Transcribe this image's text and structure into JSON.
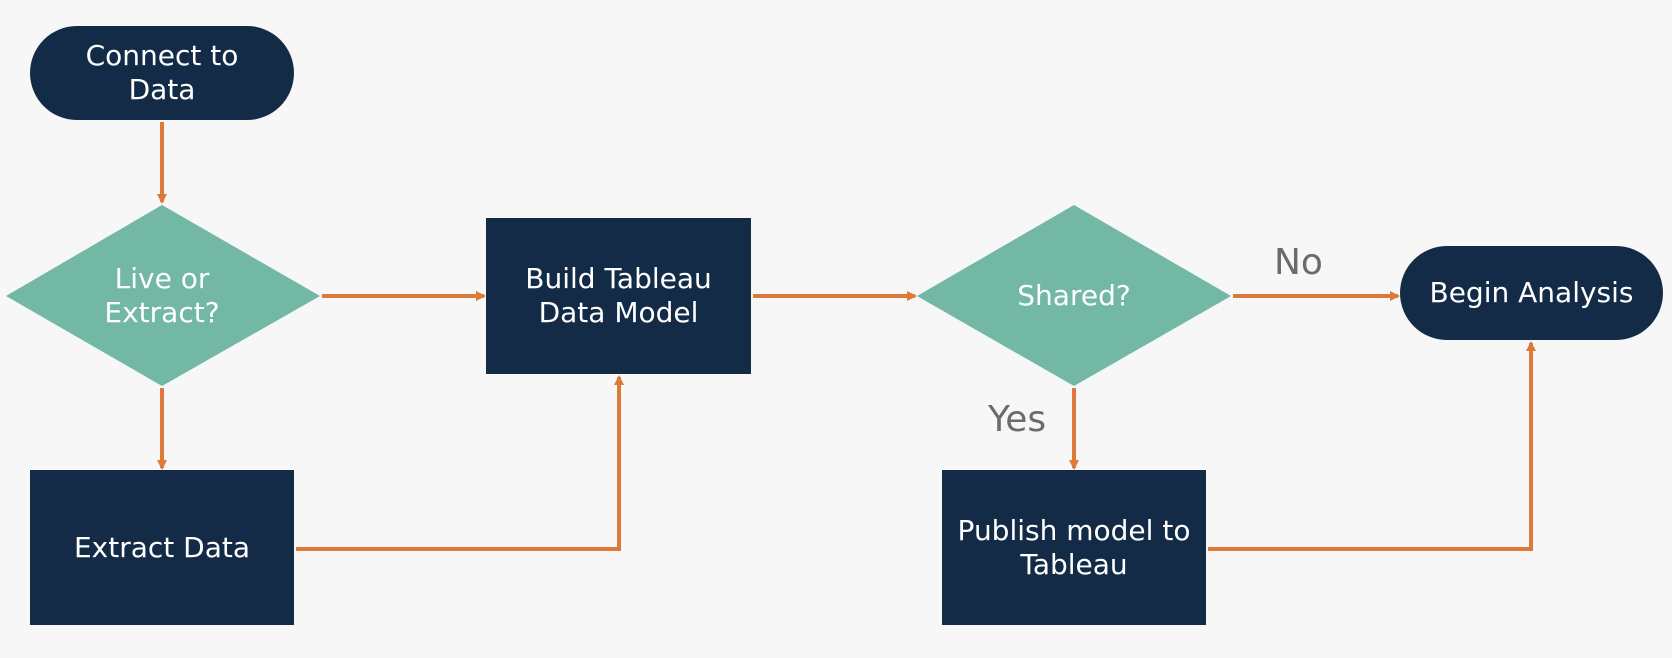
{
  "colors": {
    "background": "#f7f7f7",
    "node_dark": "#132b47",
    "decision": "#72b8a4",
    "arrow": "#dc7a3c",
    "text": "#ffffff",
    "edge_label": "#6b6b6b"
  },
  "nodes": {
    "connect": {
      "line1": "Connect to",
      "line2": "Data"
    },
    "live_or_extract": {
      "line1": "Live or",
      "line2": "Extract?"
    },
    "extract_data": {
      "line1": "Extract Data"
    },
    "build_model": {
      "line1": "Build Tableau",
      "line2": "Data Model"
    },
    "shared": {
      "line1": "Shared?"
    },
    "publish": {
      "line1": "Publish model to",
      "line2": "Tableau"
    },
    "begin_analysis": {
      "line1": "Begin Analysis"
    }
  },
  "edge_labels": {
    "no": "No",
    "yes": "Yes"
  }
}
